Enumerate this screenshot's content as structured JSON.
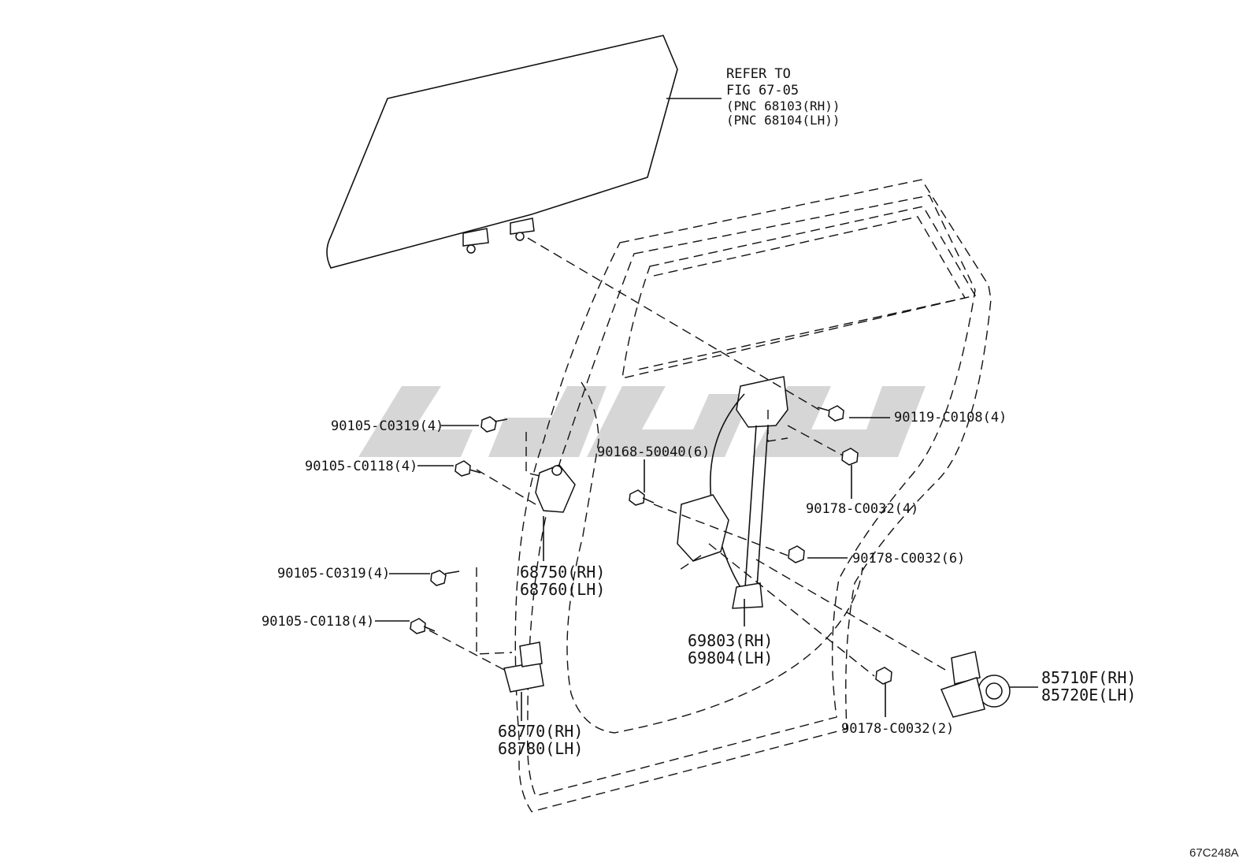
{
  "refer": {
    "line1": "REFER TO",
    "line2": "FIG 67-05",
    "line3": "(PNC 68103(RH))",
    "line4": "(PNC 68104(LH))"
  },
  "labels": {
    "p90105_c0319_upper": "90105-C0319(4)",
    "p90105_c0118_upper": "90105-C0118(4)",
    "p68750": "68750(RH)",
    "p68760": "68760(LH)",
    "p90105_c0319_lower": "90105-C0319(4)",
    "p90105_c0118_lower": "90105-C0118(4)",
    "p68770": "68770(RH)",
    "p68780": "68780(LH)",
    "p90168": "90168-50040(6)",
    "p69803": "69803(RH)",
    "p69804": "69804(LH)",
    "p90119": "90119-C0108(4)",
    "p90178_4": "90178-C0032(4)",
    "p90178_6": "90178-C0032(6)",
    "p90178_2": "90178-C0032(2)",
    "p85710": "85710F(RH)",
    "p85720": "85720E(LH)"
  },
  "figure_id": "67C248A",
  "colors": {
    "line": "#111111",
    "watermark": "#c8c8c8"
  }
}
